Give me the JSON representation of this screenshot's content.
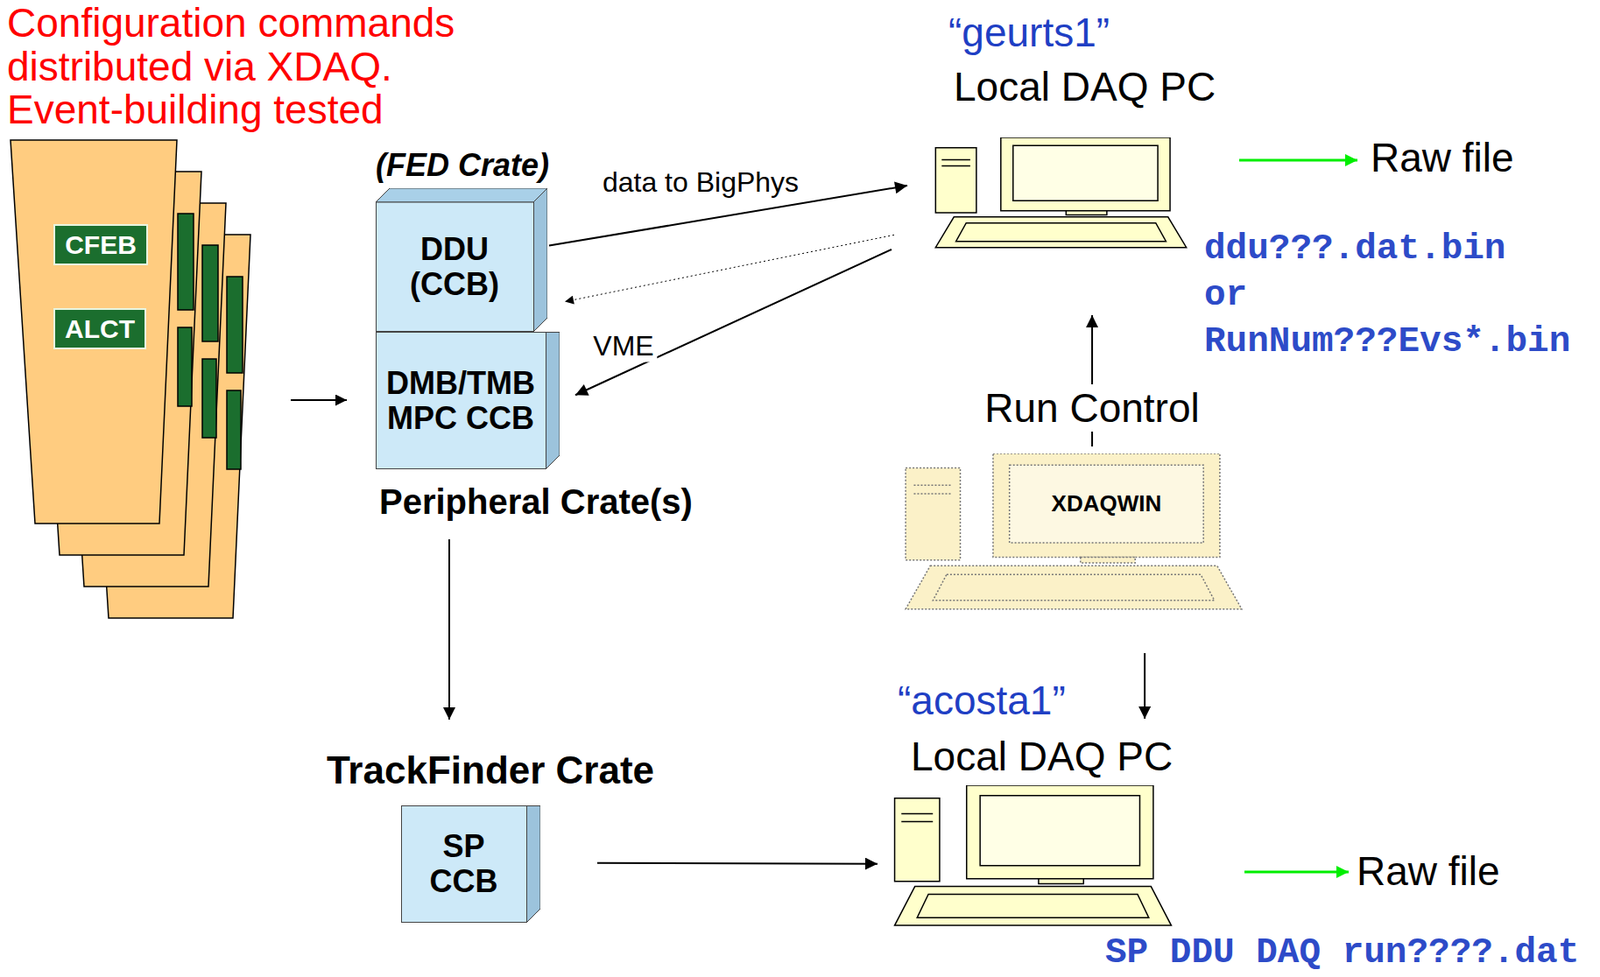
{
  "diagram": {
    "nodes": [
      {
        "text": [
          "CFEB"
        ]
      },
      {
        "text": [
          "ALCT"
        ]
      },
      {
        "text": [
          "(FED Crate)",
          "DDU (CCB)"
        ]
      },
      {
        "text": [
          "DMB/TMB MPC CCB",
          "Peripheral Crate(s)"
        ]
      },
      {
        "text": [
          "TrackFinder Crate",
          "SP CCB"
        ]
      },
      {
        "text": [
          "“geurts1”",
          "Local DAQ PC"
        ]
      },
      {
        "text": [
          "XDAQWIN"
        ]
      },
      {
        "text": [
          "“acosta1”",
          "Local DAQ PC"
        ]
      }
    ],
    "edges": [
      {
        "from": 2,
        "to": 5,
        "arrow": "to",
        "label": "data to BigPhys"
      },
      {
        "from": 5,
        "to": 2,
        "arrow": "to"
      },
      {
        "from": 5,
        "to": 3,
        "arrow": "to",
        "label": "VME"
      },
      {
        "from": 3,
        "to": 4,
        "arrow": "to"
      },
      {
        "from": 4,
        "to": 7,
        "arrow": "to"
      },
      {
        "from": 6,
        "to": 5,
        "arrow": "to",
        "label": "Run Control"
      },
      {
        "from": 6,
        "to": 7,
        "arrow": "to"
      }
    ],
    "labels": [
      "Configuration commands distributed via XDAQ. Event-building tested",
      "Raw file",
      "ddu???.dat.bin",
      "or",
      "RunNum???Evs*.bin",
      "Raw file",
      "SP DDU DAQ run????.dat"
    ]
  }
}
